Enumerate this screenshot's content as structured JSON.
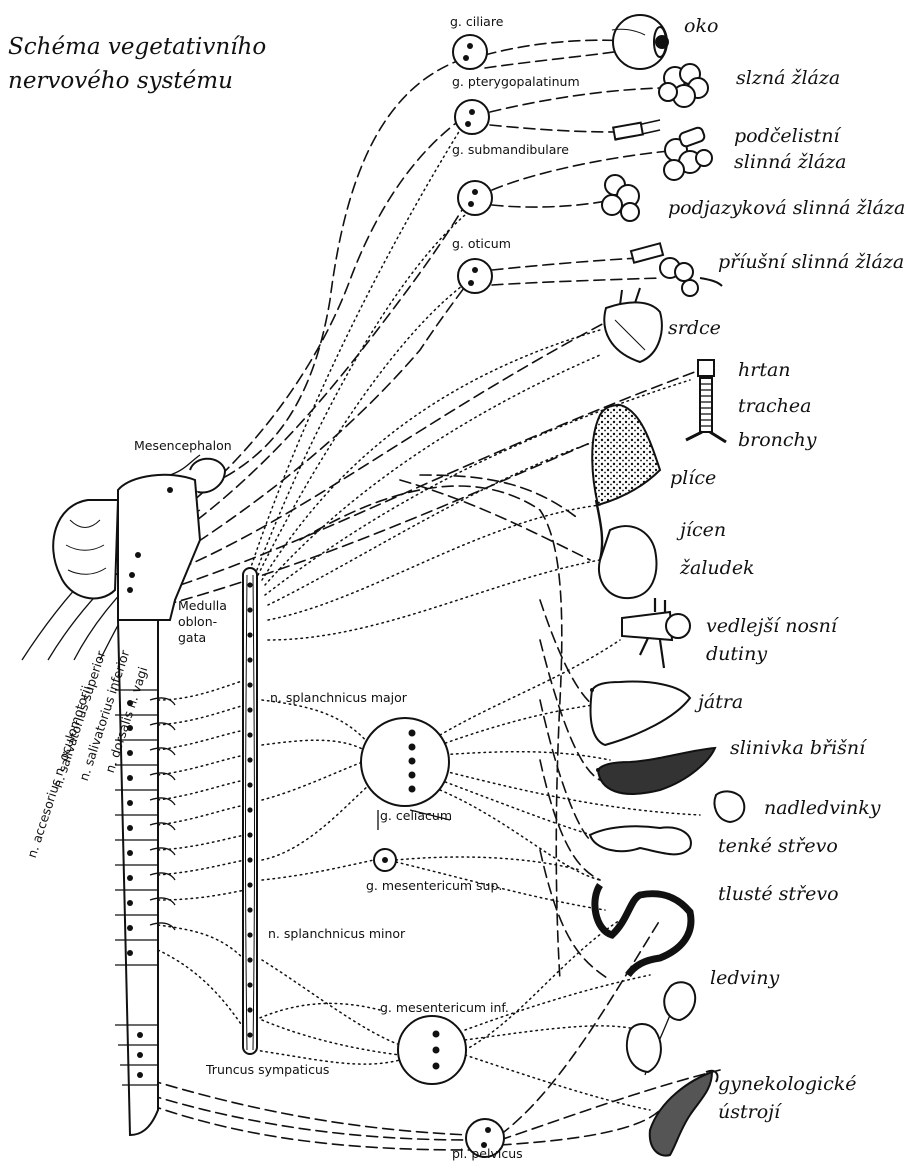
{
  "title": {
    "line1": "Schéma vegetativního",
    "line2": "nervového systému"
  },
  "organs": {
    "oko": "oko",
    "slzna_zlaza": "slzná žláza",
    "podcelistni_1": "podčelistní",
    "podcelistni_2": "slinná žláza",
    "podjazykova": "podjazyková slinná žláza",
    "priusni": "příušní slinná žláza",
    "srdce": "srdce",
    "hrtan": "hrtan",
    "trachea": "trachea",
    "bronchy": "bronchy",
    "plice": "plíce",
    "jicen": "jícen",
    "zaludek": "žaludek",
    "nosni_1": "vedlejší nosní",
    "nosni_2": "dutiny",
    "jatra": "játra",
    "slinivka": "slinivka břišní",
    "nadledvinky": "nadledvinky",
    "tenke": "tenké střevo",
    "tluste": "tlusté střevo",
    "ledviny": "ledviny",
    "gyn_1": "gynekologické",
    "gyn_2": "ústrojí"
  },
  "ganglia": {
    "ciliare": "g. ciliare",
    "pterygopalatinum": "g. pterygopalatinum",
    "submandibulare": "g. submandibulare",
    "oticum": "g. oticum",
    "celiacum": "g. celiacum",
    "mesentericum_sup": "g. mesentericum sup.",
    "mesentericum_inf": "g. mesentericum inf.",
    "pelvicus": "pl. pelvicus"
  },
  "labels": {
    "mesencephalon": "Mesencephalon",
    "medulla_1": "Medulla",
    "medulla_2": "oblon-",
    "medulla_3": "gata",
    "splanchnicus_major": "n. splanchnicus major",
    "splanchnicus_minor": "n. splanchnicus minor",
    "truncus": "Truncus sympaticus"
  },
  "nerves": {
    "accesorius": "n. accesorius n. oculomotorii",
    "salivatorius_superior": "n. salivatorius superior",
    "salivatorius_inferior": "n. salivatorius inferior",
    "dorsalis_vagi": "n. dorsalis n. vagi"
  }
}
